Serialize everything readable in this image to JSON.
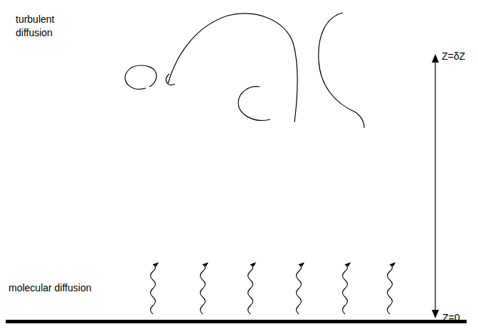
{
  "diagram": {
    "labels": [
      "turbulent diffusion",
      "molecular diffusion",
      "Z=δZ",
      "Z=0"
    ]
  }
}
